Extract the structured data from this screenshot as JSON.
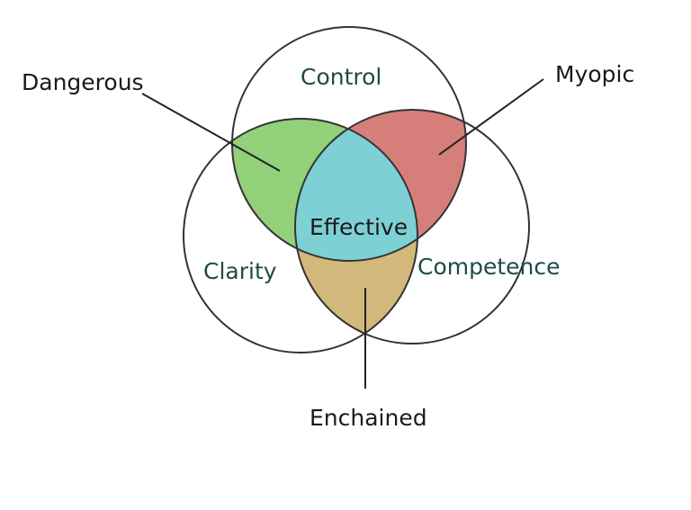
{
  "sets": {
    "control": "Control",
    "clarity": "Clarity",
    "competence": "Competence"
  },
  "center": "Effective",
  "callouts": {
    "dangerous": "Dangerous",
    "myopic": "Myopic",
    "enchained": "Enchained"
  },
  "colors": {
    "dangerous": "#92d07a",
    "myopic": "#d67f7a",
    "enchained": "#d2b87a",
    "effective": "#7dd0d4",
    "outline": "#333333",
    "set_label": "#1f4a48"
  }
}
